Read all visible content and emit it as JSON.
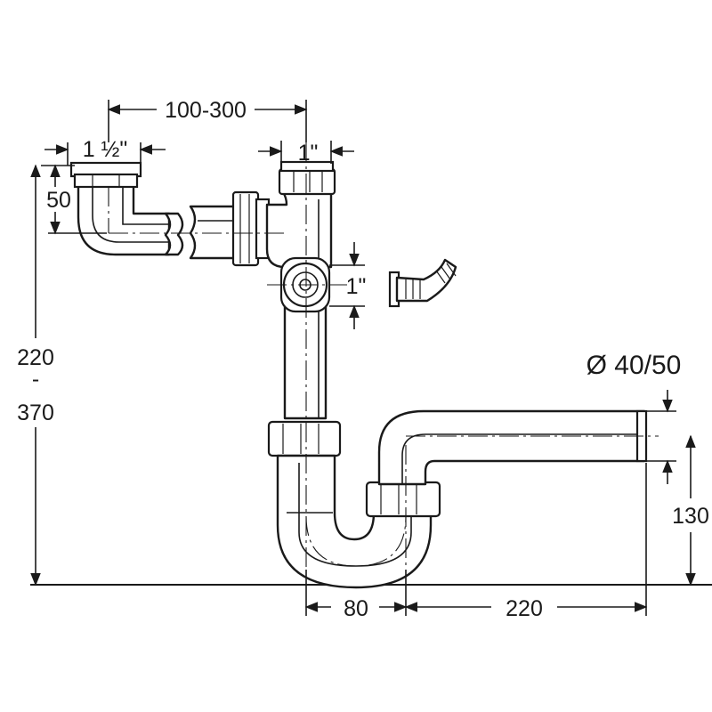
{
  "diagram": {
    "dimensions": {
      "width_range": "100-300",
      "inlet_thread": "1 ½\"",
      "connector_top": "1\"",
      "side_connector": "1\"",
      "offset_50": "50",
      "height_range_top": "220",
      "height_range_sep": "-",
      "height_range_bottom": "370",
      "outlet_diameter": "Ø 40/50",
      "outlet_height": "130",
      "trap_width": "80",
      "outlet_length": "220"
    }
  }
}
